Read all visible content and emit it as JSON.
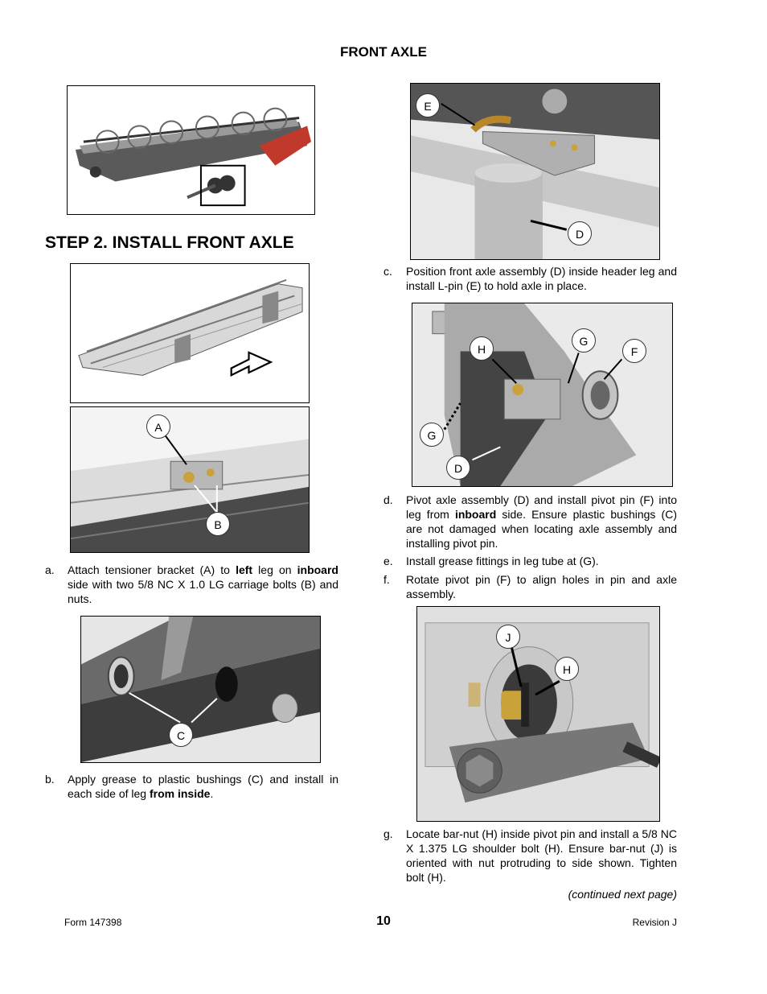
{
  "header": {
    "section_title": "FRONT AXLE"
  },
  "step": {
    "title": "STEP 2.   INSTALL FRONT AXLE"
  },
  "steps": [
    {
      "letter": "a.",
      "parts": [
        {
          "t": "Attach tensioner bracket (A) to "
        },
        {
          "t": "left",
          "b": true
        },
        {
          "t": " leg on "
        },
        {
          "t": "inboard",
          "b": true
        },
        {
          "t": " side with two 5/8 NC X 1.0 LG carriage bolts (B) and nuts."
        }
      ]
    },
    {
      "letter": "b.",
      "parts": [
        {
          "t": "Apply grease to plastic bushings (C) and install in each side of leg "
        },
        {
          "t": "from inside",
          "b": true
        },
        {
          "t": "."
        }
      ]
    },
    {
      "letter": "c.",
      "parts": [
        {
          "t": "Position front axle assembly (D) inside header leg and install L-pin (E) to hold axle in place."
        }
      ]
    },
    {
      "letter": "d.",
      "parts": [
        {
          "t": "Pivot axle assembly (D) and install pivot pin (F) into leg from "
        },
        {
          "t": "inboard",
          "b": true
        },
        {
          "t": " side.  Ensure plastic bushings (C) are not damaged when locating axle assembly and installing pivot pin."
        }
      ]
    },
    {
      "letter": "e.",
      "parts": [
        {
          "t": "Install grease fittings in leg tube at (G)."
        }
      ]
    },
    {
      "letter": "f.",
      "parts": [
        {
          "t": "Rotate pivot pin (F) to align holes in pin and axle assembly."
        }
      ]
    },
    {
      "letter": "g.",
      "parts": [
        {
          "t": "Locate bar-nut (H) inside pivot pin and install a 5/8 NC X 1.375 LG shoulder bolt (H).  Ensure bar-nut (J) is oriented with nut protruding to side shown. Tighten bolt (H)."
        }
      ]
    }
  ],
  "callouts": {
    "a": "A",
    "b": "B",
    "c": "C",
    "d": "D",
    "e": "E",
    "f": "F",
    "g": "G",
    "h": "H",
    "j": "J"
  },
  "continued": "(continued next page)",
  "footer": {
    "form": "Form 147398",
    "page": "10",
    "revision": "Revision J"
  }
}
